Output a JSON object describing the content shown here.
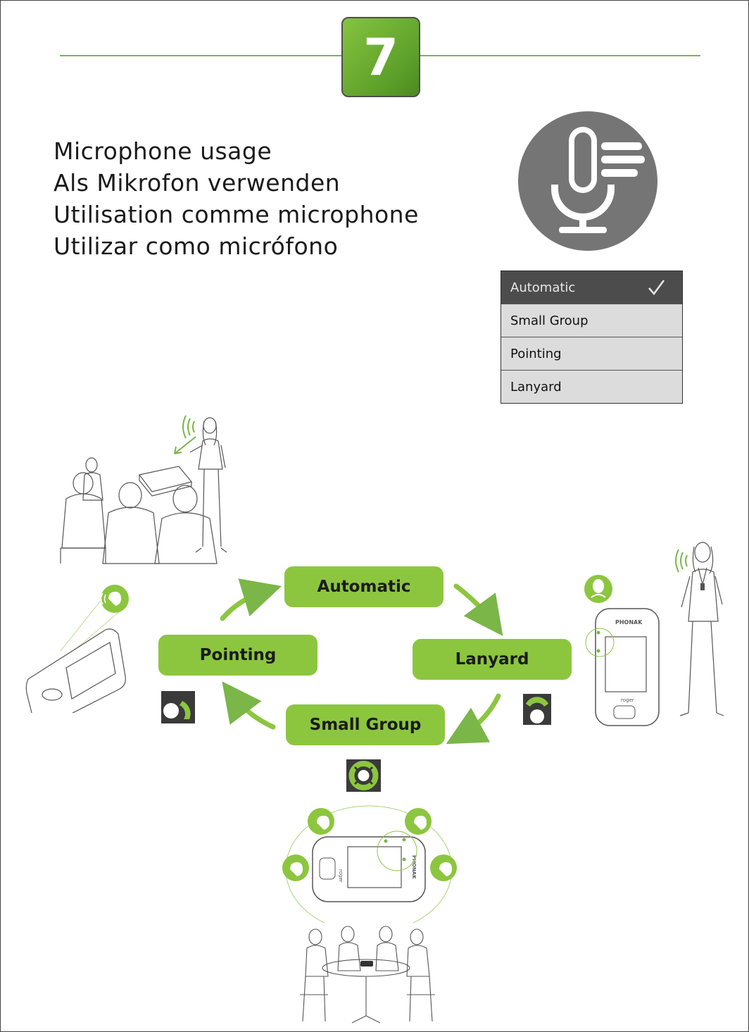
{
  "step": {
    "number": "7"
  },
  "titles": {
    "en": "Microphone usage",
    "de": "Als Mikrofon verwenden",
    "fr": "Utilisation comme microphone",
    "es": "Utilizar como micrófono"
  },
  "icons": {
    "main": "microphone-speech-icon",
    "check": "checkmark-icon"
  },
  "menu": {
    "items": [
      {
        "label": "Automatic",
        "selected": true
      },
      {
        "label": "Small Group",
        "selected": false
      },
      {
        "label": "Pointing",
        "selected": false
      },
      {
        "label": "Lanyard",
        "selected": false
      }
    ]
  },
  "cycle": {
    "automatic": "Automatic",
    "lanyard": "Lanyard",
    "small_group": "Small Group",
    "pointing": "Pointing"
  },
  "device_labels": {
    "brand": "PHONAK",
    "model": "roger"
  },
  "colors": {
    "accent": "#8cc63f",
    "rule": "#7ab648",
    "dark": "#4c4c4c"
  }
}
